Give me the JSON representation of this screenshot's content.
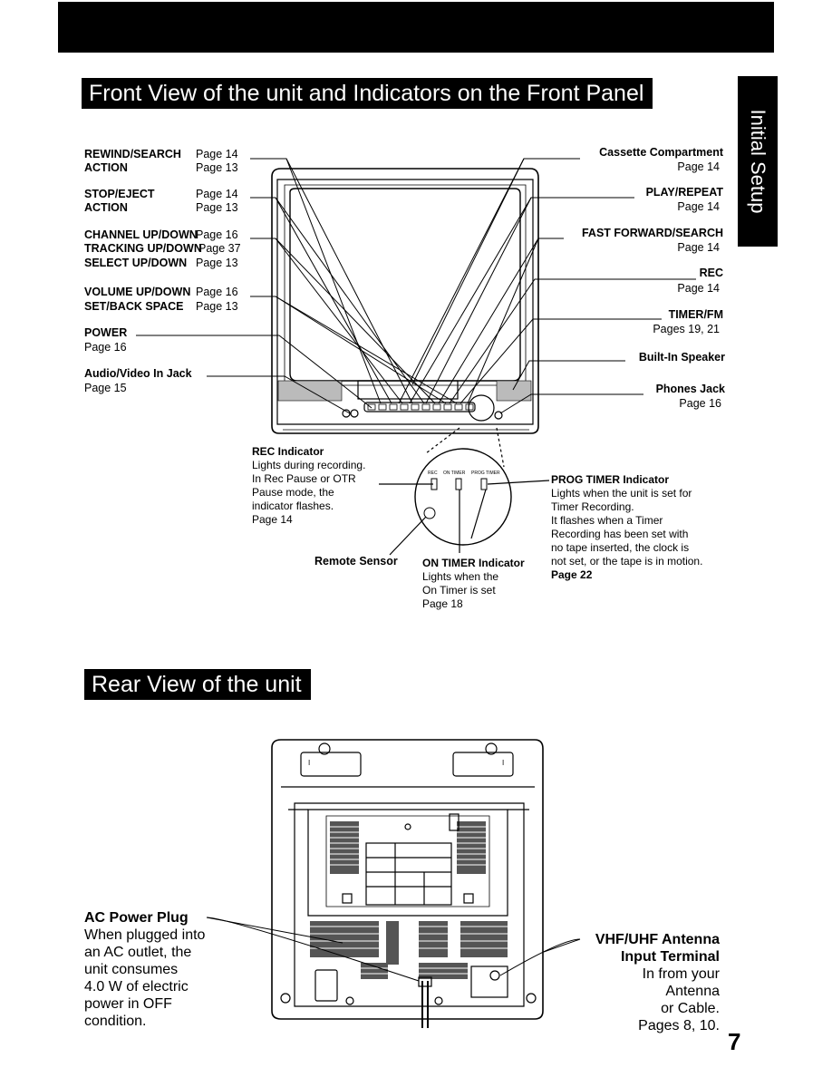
{
  "page_number": "7",
  "side_tab": "Initial Setup",
  "front": {
    "title": "Front View of the unit and Indicators on the Front Panel",
    "left_labels": [
      {
        "name": "REWIND/SEARCH",
        "page": "Page 14"
      },
      {
        "name": "ACTION",
        "page": "Page 13"
      },
      {
        "name": "STOP/EJECT",
        "page": "Page 14"
      },
      {
        "name": "ACTION",
        "page": "Page 13"
      },
      {
        "name": "CHANNEL UP/DOWN",
        "page": "Page 16"
      },
      {
        "name": "TRACKING UP/DOWN",
        "page": "Page 37"
      },
      {
        "name": "SELECT UP/DOWN",
        "page": "Page 13"
      },
      {
        "name": "VOLUME UP/DOWN",
        "page": "Page 16"
      },
      {
        "name": "SET/BACK SPACE",
        "page": "Page 13"
      },
      {
        "name": "POWER",
        "page": "Page 16"
      },
      {
        "name": "Audio/Video In Jack",
        "page": "Page 15"
      }
    ],
    "right_labels": [
      {
        "name": "Cassette Compartment",
        "page": "Page 14"
      },
      {
        "name": "PLAY/REPEAT",
        "page": "Page 14"
      },
      {
        "name": "FAST FORWARD/SEARCH",
        "page": "Page 14"
      },
      {
        "name": "REC",
        "page": "Page 14"
      },
      {
        "name": "TIMER/FM",
        "page": "Pages 19, 21"
      },
      {
        "name": "Built-In Speaker",
        "page": ""
      },
      {
        "name": "Phones Jack",
        "page": "Page 16"
      }
    ],
    "indicator_panel": {
      "rec": "REC",
      "on_timer": "ON TIMER",
      "prog_timer": "PROG TIMER"
    },
    "rec_indicator": {
      "title": "REC Indicator",
      "lines": [
        "Lights during recording.",
        "In Rec Pause or OTR",
        "Pause mode, the",
        "indicator flashes.",
        "Page 14"
      ]
    },
    "remote_sensor": "Remote Sensor",
    "on_timer_indicator": {
      "title": "ON TIMER Indicator",
      "lines": [
        "Lights when the",
        "On Timer is set",
        "Page 18"
      ]
    },
    "prog_timer_indicator": {
      "title": "PROG TIMER Indicator",
      "lines": [
        "Lights when the unit is set for",
        "Timer Recording.",
        "It flashes when a Timer",
        "Recording has been set with",
        "no tape inserted, the clock is",
        "not set, or the tape is in motion.",
        "Page 22"
      ]
    }
  },
  "rear": {
    "title": "Rear View of the unit",
    "ac_plug": {
      "title": "AC Power Plug",
      "lines": [
        "When plugged into",
        "an AC outlet, the",
        "unit consumes",
        "4.0 W of electric",
        "power in OFF",
        "condition."
      ]
    },
    "antenna": {
      "title_lines": [
        "VHF/UHF Antenna",
        "Input Terminal"
      ],
      "lines": [
        "In from your",
        "Antenna",
        "or Cable.",
        "Pages 8, 10."
      ]
    },
    "vent_tags": [
      "I",
      "I"
    ]
  }
}
